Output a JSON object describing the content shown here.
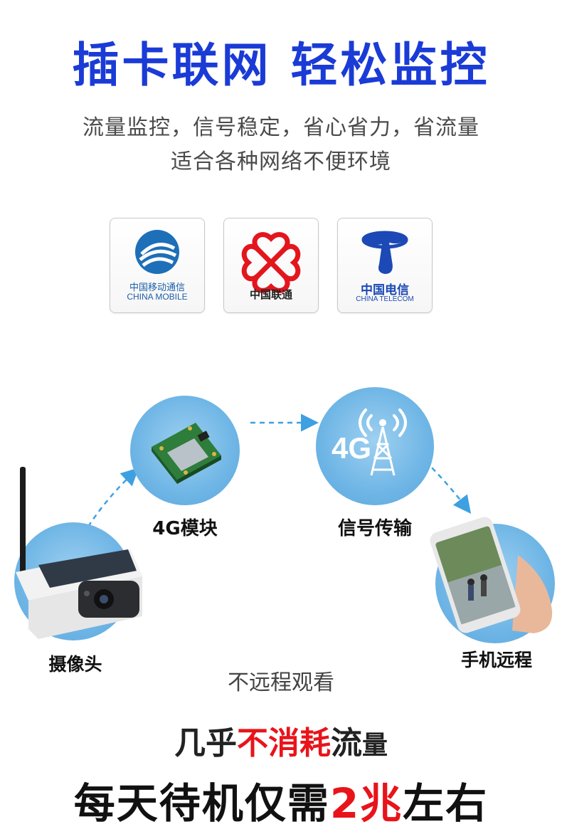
{
  "headline": "插卡联网 轻松监控",
  "subtitle_line1": "流量监控，信号稳定，省心省力，省流量",
  "subtitle_line2": "适合各种网络不便环境",
  "carriers": [
    {
      "name_cn": "中国移动通信",
      "name_en": "CHINA MOBILE",
      "icon": "china-mobile-logo"
    },
    {
      "name_cn": "中国联通",
      "icon": "china-unicom-logo"
    },
    {
      "name_cn": "中国电信",
      "name_en": "CHINA TELECOM",
      "icon": "china-telecom-logo"
    }
  ],
  "flow": {
    "camera_label": "摄像头",
    "module_label": "4G模块",
    "signal_label": "信号传输",
    "signal_badge": "4G",
    "phone_label": "手机远程",
    "caption": "不远程观看"
  },
  "bottom": {
    "line1_a": "几乎",
    "line1_b": "不消耗",
    "line1_c": "流",
    "line1_d": "量",
    "line2_a": "每天待机仅需",
    "line2_b": "2兆",
    "line2_c": "左右"
  },
  "colors": {
    "headline": "#1a3bd6",
    "accent_red": "#e8141a",
    "arrow_blue": "#3ea0e0"
  }
}
